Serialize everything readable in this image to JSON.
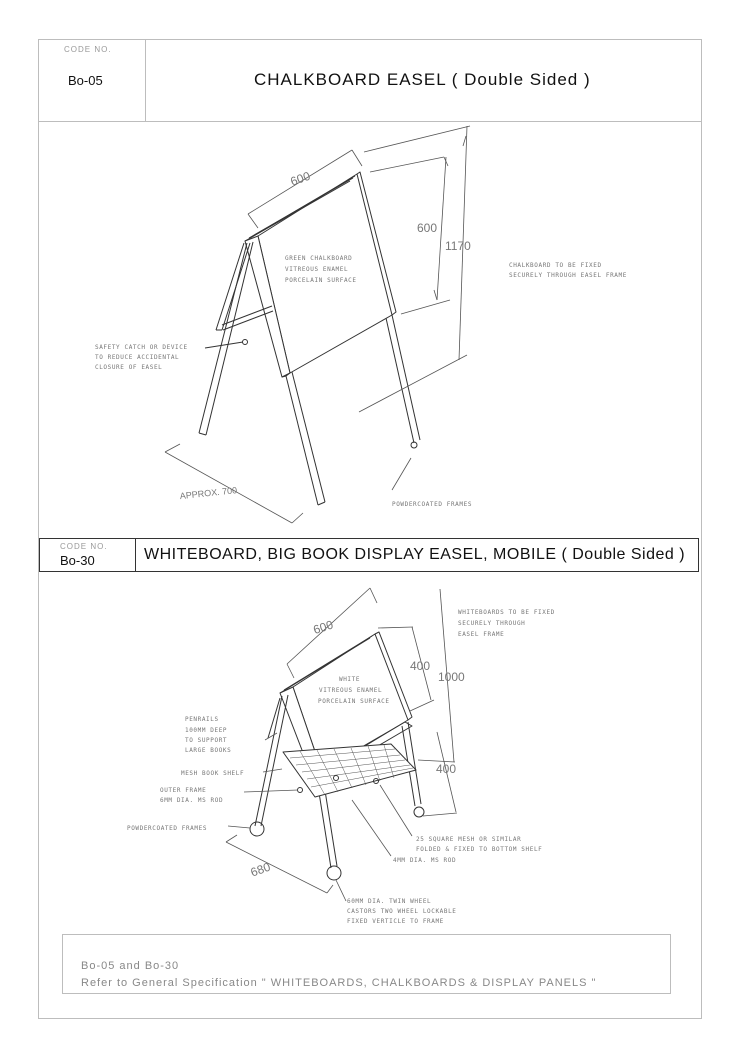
{
  "header1": {
    "code_caption": "CODE NO.",
    "code": "Bo-05",
    "title": "CHALKBOARD  EASEL   ( Double Sided )"
  },
  "drawing1": {
    "dim_width": "600",
    "dim_height_board": "600",
    "dim_height_total": "1170",
    "dim_depth": "APPROX. 700",
    "board_note": [
      "GREEN CHALKBOARD",
      "VITREOUS ENAMEL",
      "PORCELAIN SURFACE"
    ],
    "fix_note": [
      "CHALKBOARD TO BE FIXED",
      "SECURELY THROUGH EASEL FRAME"
    ],
    "safety_note": [
      "SAFETY CATCH OR DEVICE",
      "TO REDUCE ACCIDENTAL",
      "CLOSURE OF EASEL"
    ],
    "frame_note": "POWDERCOATED FRAMES"
  },
  "header2": {
    "code_caption": "CODE NO.",
    "code": "Bo-30",
    "title": "WHITEBOARD, BIG  BOOK  DISPLAY  EASEL, MOBILE  ( Double Sided )"
  },
  "drawing2": {
    "dim_width": "600",
    "dim_height_board": "400",
    "dim_height_total": "1000",
    "dim_shelf": "400",
    "dim_depth": "680",
    "board_note": [
      "WHITE",
      "VITREOUS ENAMEL",
      "PORCELAIN SURFACE"
    ],
    "fix_note": [
      "WHITEBOARDS TO BE FIXED",
      "SECURELY THROUGH",
      "EASEL FRAME"
    ],
    "penrail_note": [
      "PENRAILS",
      "100MM DEEP",
      "TO SUPPORT",
      "LARGE BOOKS"
    ],
    "shelf_note": "MESH BOOK SHELF",
    "outer_frame_note": [
      "OUTER FRAME",
      "6MM DIA. MS ROD"
    ],
    "frame_note": "POWDERCOATED FRAMES",
    "mesh_note": [
      "25 SQUARE MESH OR SIMILAR",
      "FOLDED  & FIXED TO BOTTOM SHELF"
    ],
    "rod_note": "4MM DIA. MS ROD",
    "castor_note": [
      "60MM DIA. TWIN WHEEL",
      "CASTORS TWO WHEEL LOCKABLE",
      "FIXED VERTICLE TO FRAME"
    ]
  },
  "footer": {
    "line1": "Bo-05  and  Bo-30",
    "line2": "Refer  to  General Specification  \"  WHITEBOARDS, CHALKBOARDS  &  DISPLAY  PANELS  \""
  }
}
